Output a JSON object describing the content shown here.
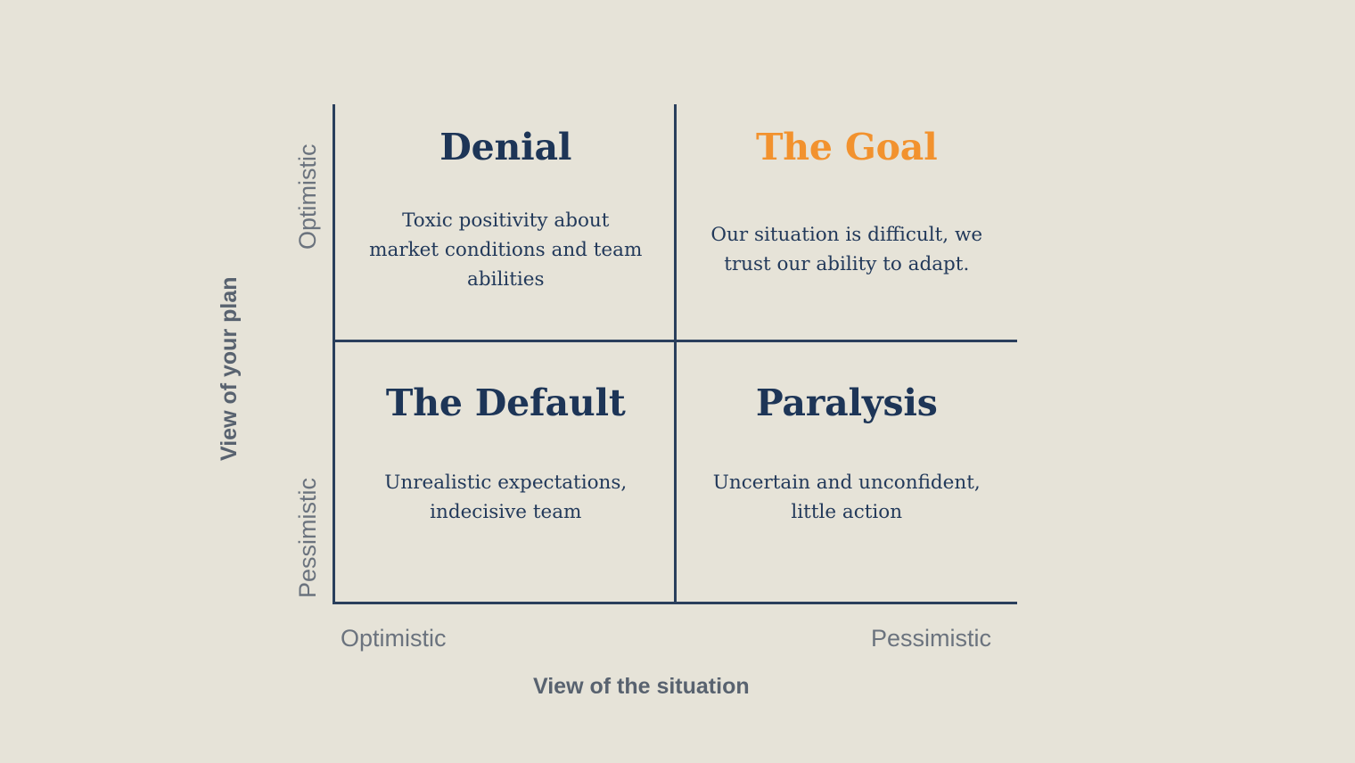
{
  "chart_data": {
    "type": "table",
    "title": "",
    "xlabel": "View of the situation",
    "ylabel": "View of your plan",
    "x_tick_labels": [
      "Optimistic",
      "Pessimistic"
    ],
    "y_tick_labels": [
      "Optimistic",
      "Pessimistic"
    ],
    "grid": true,
    "legend": "none",
    "categories": [
      "Optimistic plan / Optimistic situation",
      "Optimistic plan / Pessimistic situation",
      "Pessimistic plan / Optimistic situation",
      "Pessimistic plan / Pessimistic situation"
    ],
    "quadrants": [
      {
        "position": "top-left",
        "x": "Optimistic",
        "y": "Optimistic",
        "title": "Denial",
        "description": "Toxic positivity about market conditions and team abilities",
        "highlighted": false
      },
      {
        "position": "top-right",
        "x": "Pessimistic",
        "y": "Optimistic",
        "title": "The Goal",
        "description": "Our situation is difficult, we trust our ability to adapt.",
        "highlighted": true
      },
      {
        "position": "bottom-left",
        "x": "Optimistic",
        "y": "Pessimistic",
        "title": "The Default",
        "description": "Unrealistic expectations, indecisive team",
        "highlighted": false
      },
      {
        "position": "bottom-right",
        "x": "Pessimistic",
        "y": "Pessimistic",
        "title": "Paralysis",
        "description": "Uncertain and unconfident, little action",
        "highlighted": false
      }
    ]
  },
  "matrix": {
    "quadrants": [
      {
        "title": "Denial",
        "description": "Toxic positivity about\nmarket conditions and team\nabilities"
      },
      {
        "title": "The Goal",
        "description": "Our situation is difficult, we\ntrust our ability to adapt."
      },
      {
        "title": "The Default",
        "description": "Unrealistic expectations,\nindecisive team"
      },
      {
        "title": "Paralysis",
        "description": "Uncertain and unconfident,\nlittle action"
      }
    ]
  },
  "axes": {
    "y": {
      "title": "View of your plan",
      "high_label": "Optimistic",
      "low_label": "Pessimistic"
    },
    "x": {
      "title": "View of the situation",
      "left_label": "Optimistic",
      "right_label": "Pessimistic"
    }
  },
  "colors": {
    "background": "#e6e3d8",
    "navy": "#1d3557",
    "accent_orange": "#f2922e",
    "axis_line": "#2a3f5c",
    "axis_text": "#58626f",
    "tick_text": "#6b737e"
  }
}
